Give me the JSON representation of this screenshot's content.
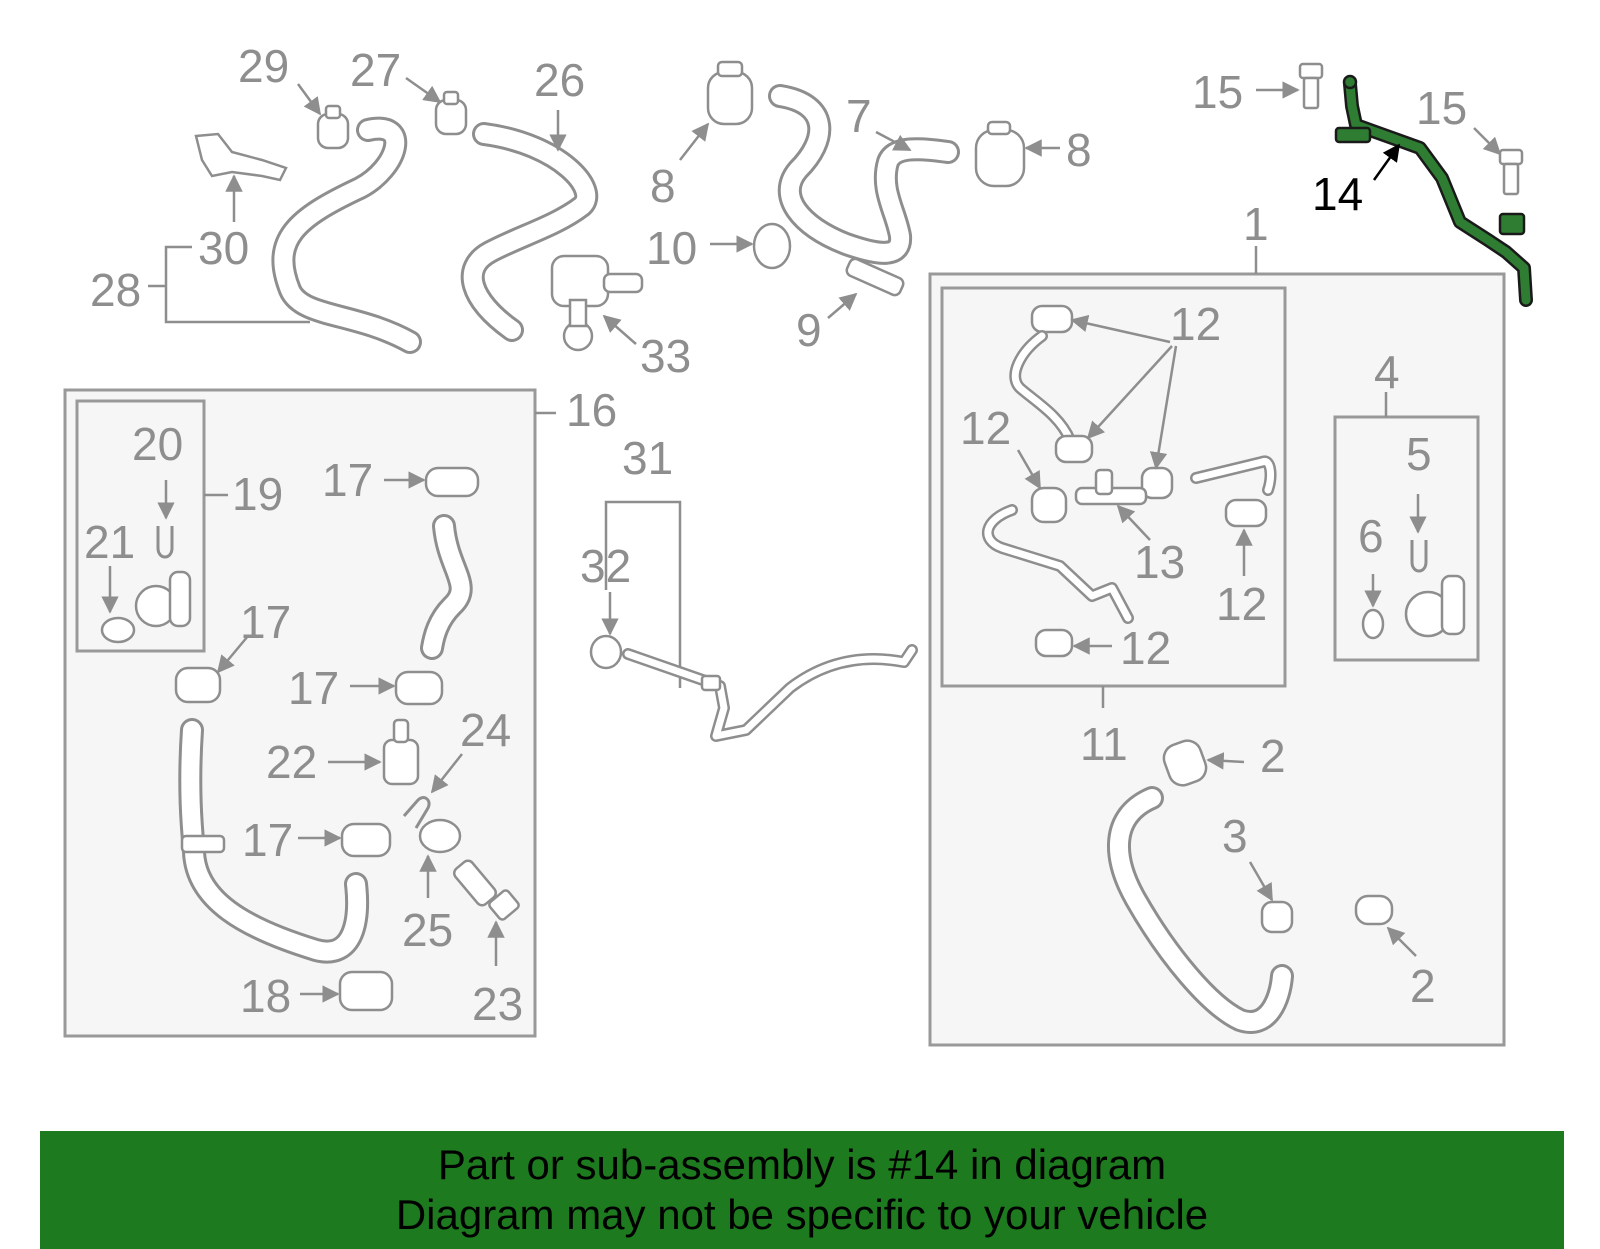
{
  "colors": {
    "highlight": "#2e7d32",
    "banner_bg": "#1e7a1e",
    "line_gray": "#8e8e8e"
  },
  "highlighted_part": "14",
  "labels": {
    "p1": "1",
    "p2a": "2",
    "p2b": "2",
    "p3": "3",
    "p4": "4",
    "p5": "5",
    "p6": "6",
    "p7": "7",
    "p8a": "8",
    "p8b": "8",
    "p9": "9",
    "p10": "10",
    "p11": "11",
    "p12a": "12",
    "p12b": "12",
    "p12c": "12",
    "p12d": "12",
    "p13": "13",
    "p14": "14",
    "p15a": "15",
    "p15b": "15",
    "p16": "16",
    "p17a": "17",
    "p17b": "17",
    "p17c": "17",
    "p17d": "17",
    "p18": "18",
    "p19": "19",
    "p20": "20",
    "p21": "21",
    "p22": "22",
    "p23": "23",
    "p24": "24",
    "p25": "25",
    "p26": "26",
    "p27": "27",
    "p28": "28",
    "p29": "29",
    "p30": "30",
    "p31": "31",
    "p32": "32",
    "p33": "33"
  },
  "banner": {
    "line1": "Part or sub-assembly is #14 in diagram",
    "line2": "Diagram may not be specific to your vehicle"
  }
}
